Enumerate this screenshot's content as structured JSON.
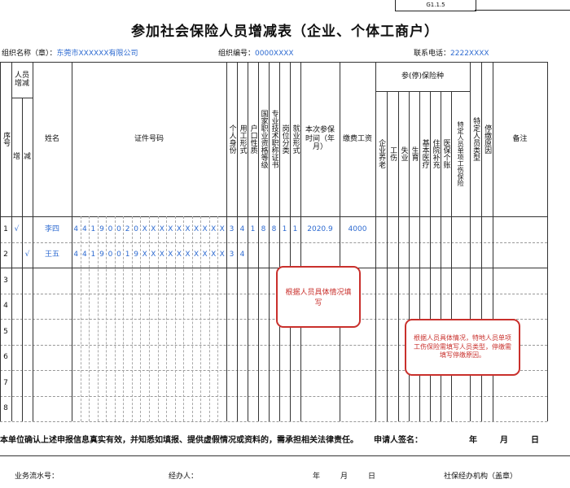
{
  "form_code": "G1.1.5",
  "title": "参加社会保险人员增减表（企业、个体工商户）",
  "meta": {
    "org_name_label": "组织名称（章）：",
    "org_name_value": "东莞市XXXXXX有限公司",
    "org_id_label": "组织编号：",
    "org_id_value": "0000XXXX",
    "phone_label": "联系电话：",
    "phone_value": "2222XXXX"
  },
  "headers": {
    "seq": "序号",
    "change": "人员增减",
    "inc": "增",
    "dec": "减",
    "name": "姓名",
    "id": "证件号码",
    "identity": "个人身份",
    "employment": "用工形式",
    "hukou": "户口性质",
    "qualification": "国家职业资格等级",
    "tech": "专业技术职称证书",
    "post": "岗位分类",
    "job_form": "就业形式",
    "insured_date": "本次参保时间（年月）",
    "wage": "缴费工资",
    "insurance_group": "参(停)保险种",
    "pension": "企业养老",
    "injury": "工伤",
    "unemployment": "失业",
    "maternity": "生育",
    "medical": "基本医疗",
    "hospital": "住院补充",
    "major_illness": "医保个账",
    "special_injury": "特定人员单项工伤保险",
    "special_type": "特定人员类型",
    "stop_reason": "停缴原因",
    "remark": "备注"
  },
  "rows": [
    {
      "seq": "1",
      "inc": "√",
      "dec": "",
      "name": "李四",
      "id_chars": [
        "4",
        "4",
        "1",
        "9",
        "0",
        "0",
        "2",
        "0",
        "X",
        "X",
        "X",
        "X",
        "X",
        "X",
        "X",
        "X",
        "X",
        "X"
      ],
      "identity": "3",
      "employment": "4",
      "hukou": "1",
      "qualification": "8",
      "tech": "8",
      "post": "1",
      "job_form": "1",
      "insured_date": "2020.9",
      "wage": "4000"
    },
    {
      "seq": "2",
      "inc": "",
      "dec": "√",
      "name": "王五",
      "id_chars": [
        "4",
        "4",
        "1",
        "9",
        "0",
        "0",
        "1",
        "9",
        "X",
        "X",
        "X",
        "X",
        "X",
        "X",
        "X",
        "X",
        "X",
        "X"
      ],
      "identity": "3",
      "employment": "4",
      "hukou": "",
      "qualification": "",
      "tech": "",
      "post": "",
      "job_form": "",
      "insured_date": "",
      "wage": ""
    },
    {
      "seq": "3"
    },
    {
      "seq": "4"
    },
    {
      "seq": "5"
    },
    {
      "seq": "6"
    },
    {
      "seq": "7"
    },
    {
      "seq": "8"
    }
  ],
  "callouts": {
    "first": "根据人员具体情况填写",
    "second": "根据人员具体情况，特地人员单项工伤保险需填写人员类型，停缴需填写停缴原因。"
  },
  "declaration": "本单位确认上述申报信息真实有效，并知悉如填报、提供虚假情况或资料的，需承担相关法律责任。",
  "applicant_sign": "申请人签名：",
  "date_year": "年",
  "date_month": "月",
  "date_day": "日",
  "footer": {
    "serial": "业务流水号：",
    "handler": "经办人：",
    "year": "年",
    "month": "月",
    "day": "日",
    "agency": "社保经办机构（盖章）"
  }
}
